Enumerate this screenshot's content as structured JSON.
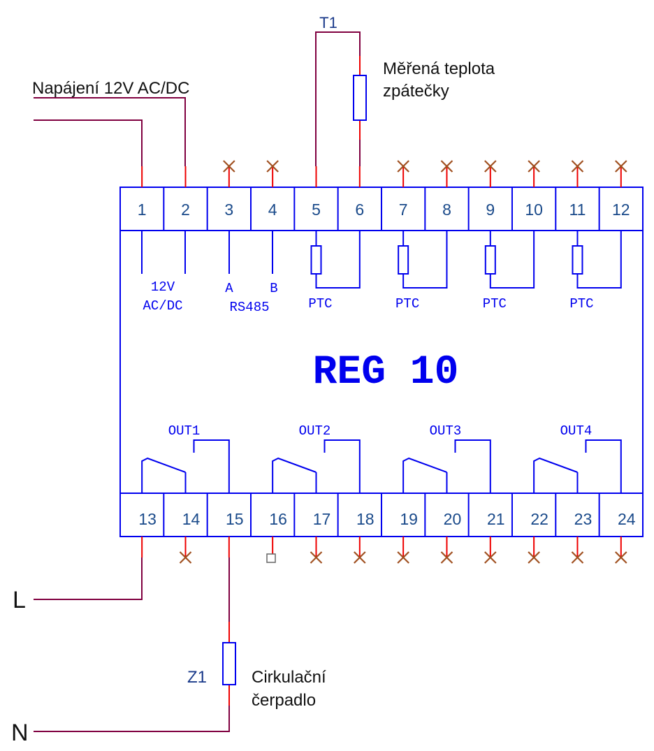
{
  "labels": {
    "power": "Napájení 12V AC/DC",
    "t1": "T1",
    "sensor_line1": "Měřená teplota",
    "sensor_line2": "zpátečky",
    "device": "REG 10",
    "supply_12v": "12V",
    "supply_acdc": "AC/DC",
    "rs485_a": "A",
    "rs485_b": "B",
    "rs485": "RS485",
    "ptc": [
      "PTC",
      "PTC",
      "PTC",
      "PTC"
    ],
    "outputs": [
      "OUT1",
      "OUT2",
      "OUT3",
      "OUT4"
    ],
    "line_l": "L",
    "line_n": "N",
    "z1": "Z1",
    "pump_line1": "Cirkulační",
    "pump_line2": "čerpadlo"
  },
  "terminals_top": [
    "1",
    "2",
    "3",
    "4",
    "5",
    "6",
    "7",
    "8",
    "9",
    "10",
    "11",
    "12"
  ],
  "terminals_bottom": [
    "13",
    "14",
    "15",
    "16",
    "17",
    "18",
    "19",
    "20",
    "21",
    "22",
    "23",
    "24"
  ],
  "colors": {
    "outline": "#0000ee",
    "wire": "#800040",
    "stub": "#ee0000",
    "cross": "#a05020",
    "terminal_text": "#1a4a8a",
    "label": "#111111"
  }
}
